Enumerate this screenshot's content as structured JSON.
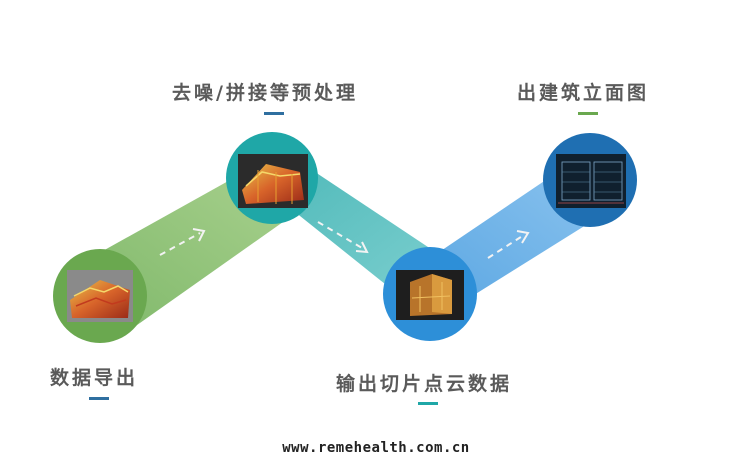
{
  "steps": [
    {
      "label": "数据导出",
      "color": "#6aa84f",
      "underline": "#2f6fa0"
    },
    {
      "label": "去噪/拼接等预处理",
      "color": "#1fa7a7",
      "underline": "#2f6fa0"
    },
    {
      "label": "输出切片点云数据",
      "color": "#2d8fd8",
      "underline": "#1fa7a7"
    },
    {
      "label": "出建筑立面图",
      "color": "#1f6fb2",
      "underline": "#6aa84f"
    }
  ],
  "bands": {
    "green": "#93c47d",
    "teal": "#5fc0c0",
    "blue": "#6fb3e8"
  },
  "watermark": "www.remehealth.com.cn"
}
